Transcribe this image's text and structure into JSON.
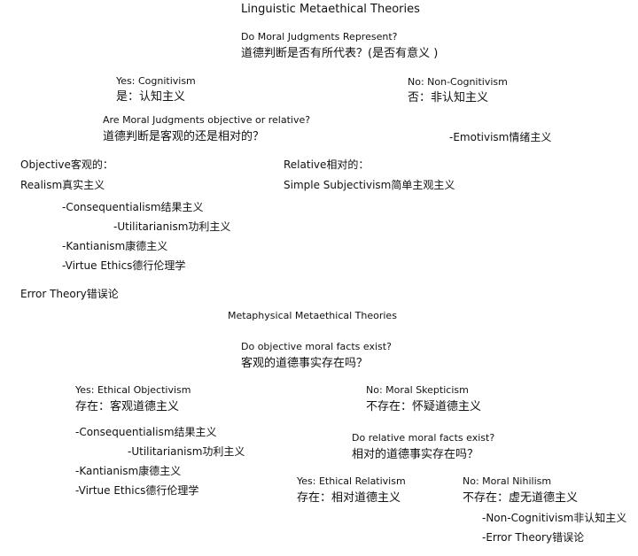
{
  "linguistic": {
    "title": "Linguistic Metaethical Theories",
    "q1_en": "Do Moral Judgments Represent?",
    "q1_zh": "道德判断是否有所代表？(是否有意义 )",
    "yes_en": "Yes: Cognitivism",
    "yes_zh": "是：认知主义",
    "no_en": "No: Non-Cognitivism",
    "no_zh": "否：非认知主义",
    "q2_en": "Are Moral Judgments objective or relative?",
    "q2_zh": "道德判断是客观的还是相对的？",
    "emotivism": "-Emotivism情绪主义",
    "objective": "Objective客观的：",
    "realism": "Realism真实主义",
    "relative": "Relative相对的：",
    "subjectivism": "Simple Subjectivism简单主观主义",
    "conseq": "-Consequentialism结果主义",
    "util": "-Utilitarianism功利主义",
    "kant": "-Kantianism康德主义",
    "virtue": "-Virtue Ethics德行伦理学",
    "error": "Error Theory错误论"
  },
  "metaphysical": {
    "title": "Metaphysical Metaethical Theories",
    "q1_en": "Do objective moral facts exist?",
    "q1_zh": "客观的道德事实存在吗？",
    "yes_en": "Yes: Ethical Objectivism",
    "yes_zh": "存在：客观道德主义",
    "no_en": "No: Moral Skepticism",
    "no_zh": "不存在：怀疑道德主义",
    "conseq": "-Consequentialism结果主义",
    "util": "-Utilitarianism功利主义",
    "kant": "-Kantianism康德主义",
    "virtue": "-Virtue Ethics德行伦理学",
    "q2_en": "Do relative moral facts exist?",
    "q2_zh": "相对的道德事实存在吗？",
    "rel_en": "Yes: Ethical Relativism",
    "rel_zh": "存在：相对道德主义",
    "nihil_en": "No: Moral Nihilism",
    "nihil_zh": "不存在：虚无道德主义",
    "noncog": "-Non-Cognitivism非认知主义",
    "error": "-Error Theory错误论"
  }
}
